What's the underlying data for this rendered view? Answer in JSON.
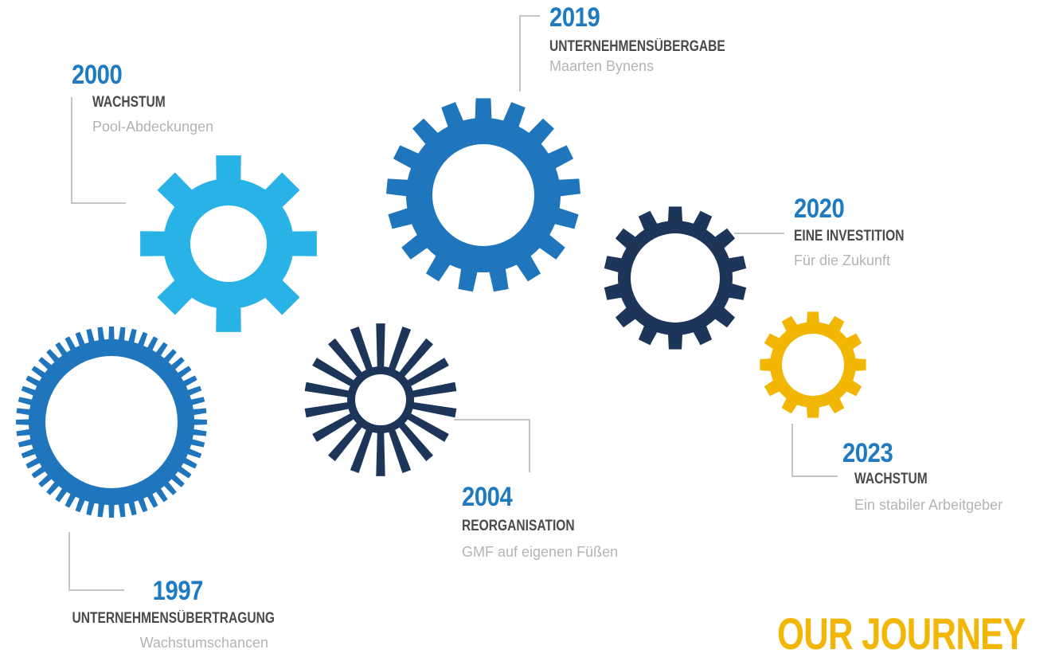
{
  "colors": {
    "year": "#1e7bc2",
    "title": "#4a4a4a",
    "sub": "#b4b4b4",
    "connector": "#c4c4c4",
    "accent_yellow": "#f2b705",
    "gear_light_blue": "#29b2e6",
    "gear_blue": "#1f76bd",
    "gear_navy": "#1c3559"
  },
  "milestones": [
    {
      "id": "1997",
      "year": "1997",
      "title": "UNTERNEHMENSÜBERTRAGUNG",
      "subtitle": "Wachstumschancen"
    },
    {
      "id": "2000",
      "year": "2000",
      "title": "WACHSTUM",
      "subtitle": "Pool-Abdeckungen"
    },
    {
      "id": "2004",
      "year": "2004",
      "title": "REORGANISATION",
      "subtitle": "GMF auf eigenen Füßen"
    },
    {
      "id": "2019",
      "year": "2019",
      "title": "UNTERNEHMENSÜBERGABE",
      "subtitle": "Maarten Bynens"
    },
    {
      "id": "2020",
      "year": "2020",
      "title": "EINE INVESTITION",
      "subtitle": "Für die Zukunft"
    },
    {
      "id": "2023",
      "year": "2023",
      "title": "WACHSTUM",
      "subtitle": "Ein stabiler Arbeitgeber"
    }
  ],
  "heading": "OUR JOURNEY",
  "gears": [
    {
      "milestone": "1997",
      "style": "fine-teeth",
      "color": "gear_blue"
    },
    {
      "milestone": "2000",
      "style": "block-teeth",
      "color": "gear_light_blue"
    },
    {
      "milestone": "2004",
      "style": "spoke-teeth",
      "color": "gear_navy"
    },
    {
      "milestone": "2019",
      "style": "block-teeth",
      "color": "gear_blue"
    },
    {
      "milestone": "2020",
      "style": "block-teeth",
      "color": "gear_navy"
    },
    {
      "milestone": "2023",
      "style": "block-teeth",
      "color": "accent_yellow"
    }
  ]
}
